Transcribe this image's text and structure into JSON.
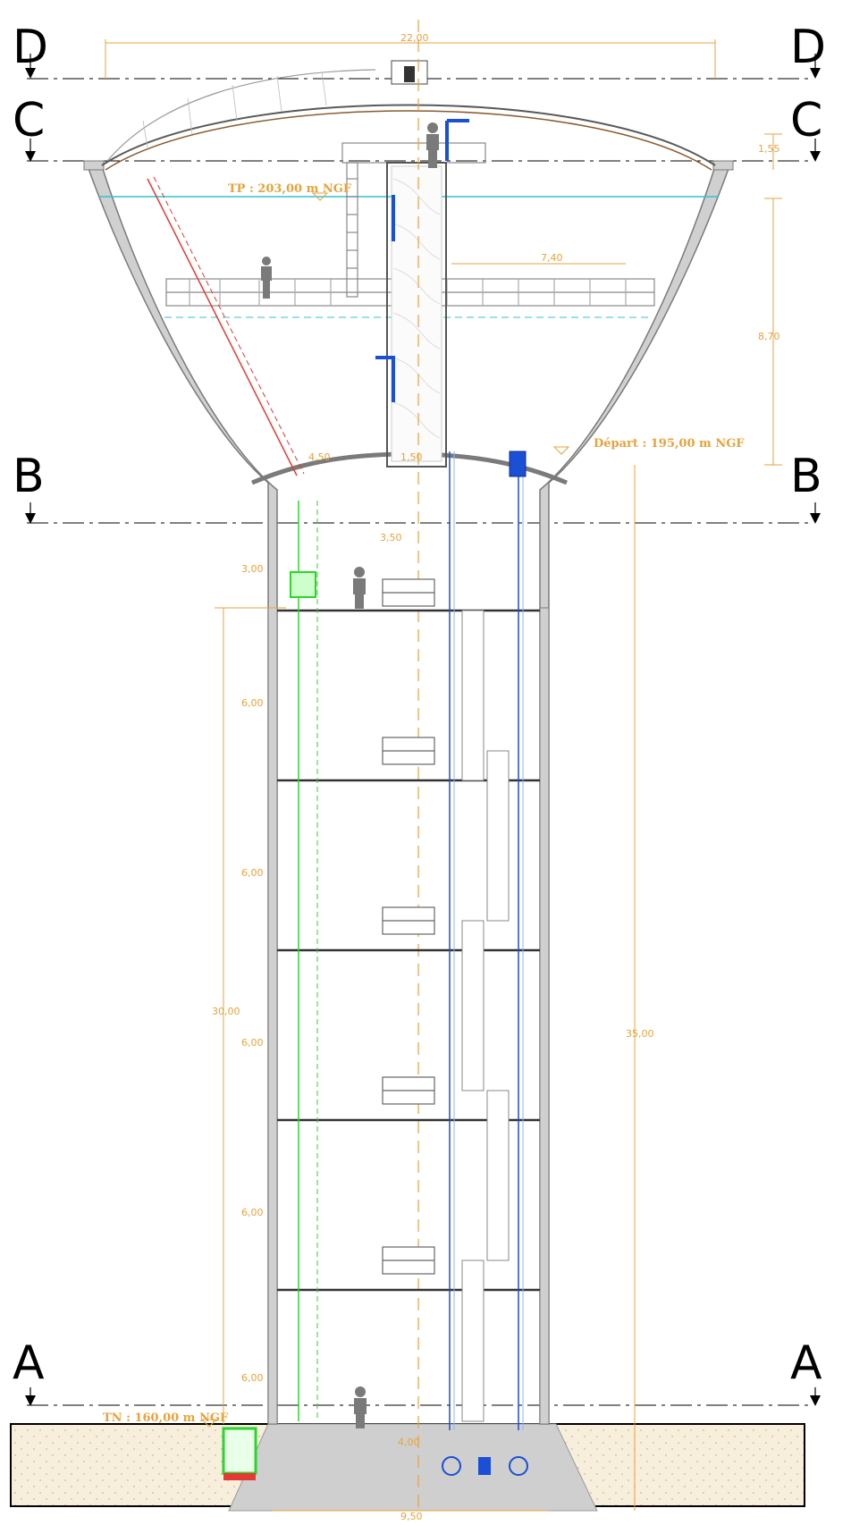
{
  "sections": {
    "a": "A",
    "b": "B",
    "c": "C",
    "d": "D"
  },
  "levels": {
    "tp": "TP : 203,00 m NGF",
    "depart": "Départ : 195,00 m NGF",
    "tn": "TN : 160,00 m NGF"
  },
  "dims": {
    "top_width": "22,00",
    "right_small": "1,55",
    "right_tank": "8,70",
    "inner_walkway": "7,40",
    "tank_bottom": "4,50",
    "shaft": "1,50",
    "inner_top": "3,50",
    "upper_story": "3,00",
    "story_1": "6,00",
    "story_2": "6,00",
    "story_3": "6,00",
    "story_4": "6,00",
    "story_5": "6,00",
    "left_total": "30,00",
    "right_total": "35,00",
    "base": "4,00",
    "base_width": "9,50"
  },
  "colors": {
    "structure": "#8a8a8a",
    "dimension": "#e8a23c",
    "water": "#2ec4d6",
    "pipe_blue": "#1a4fd6",
    "pipe_green": "#2bd62b",
    "pipe_red": "#e53935",
    "ground": "#f6ecd8"
  }
}
